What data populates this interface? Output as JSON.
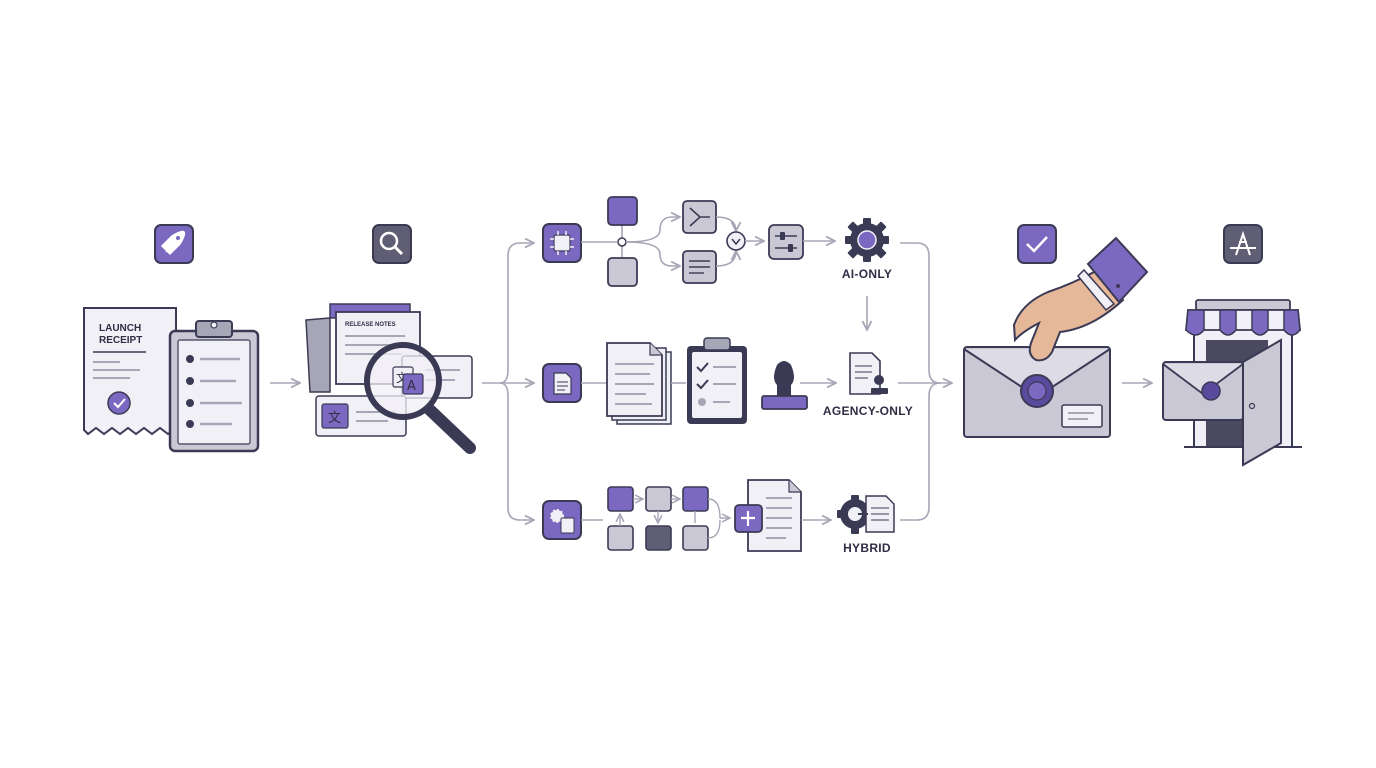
{
  "stages": {
    "launch": {
      "icon": "rocket-icon",
      "receipt_line1": "LAUNCH",
      "receipt_line2": "RECEIPT"
    },
    "review": {
      "icon": "magnifier-icon",
      "doc_title": "RELEASE NOTES"
    },
    "tracks": {
      "ai": {
        "label": "AI-ONLY"
      },
      "agency": {
        "label": "AGENCY-ONLY"
      },
      "hybrid": {
        "label": "HYBRID"
      }
    },
    "approve": {
      "icon": "checkmark-icon"
    },
    "store": {
      "icon": "app-store-icon"
    }
  },
  "colors": {
    "accent": "#7b68c0",
    "accent_dark": "#5a4a9e",
    "ink": "#3b3a55",
    "paper": "#f1f0f6",
    "gray": "#c9c8d4",
    "line": "#a7a6b6"
  }
}
